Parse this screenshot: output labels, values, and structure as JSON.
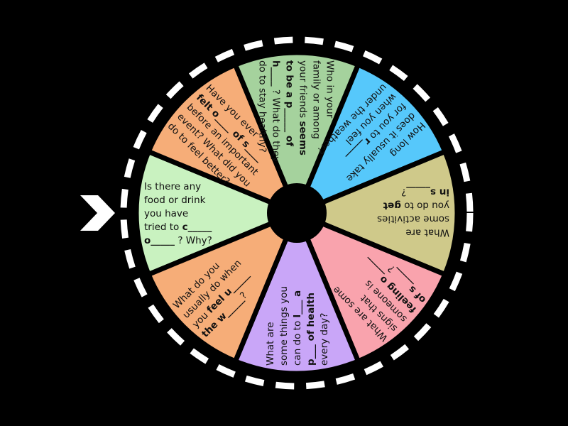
{
  "game": "spinner-wheel",
  "colors": {
    "background": "#000000",
    "ring_dash": "#ffffff",
    "hub": "#000000",
    "pointer": "#ffffff"
  },
  "segments": [
    {
      "angle_deg": 180,
      "color": "#c9f2c0",
      "lines": [
        [
          {
            "t": "Is there any"
          }
        ],
        [
          {
            "t": "food or drink"
          }
        ],
        [
          {
            "t": "you have"
          }
        ],
        [
          {
            "t": "tried to "
          },
          {
            "t": "c_____",
            "b": true
          }
        ],
        [
          {
            "t": "o_____",
            "b": true
          },
          {
            "t": " ? Why?"
          }
        ]
      ]
    },
    {
      "angle_deg": 225,
      "color": "#f6ad78",
      "lines": [
        [
          {
            "t": "Have you ever"
          }
        ],
        [
          {
            "t": "felt o____ of s____",
            "b": true
          }
        ],
        [
          {
            "t": "before an important"
          }
        ],
        [
          {
            "t": "event? What did you"
          }
        ],
        [
          {
            "t": "do to feel better?"
          }
        ]
      ]
    },
    {
      "angle_deg": 270,
      "color": "#a5d29d",
      "lines": [
        [
          {
            "t": "Who in your"
          }
        ],
        [
          {
            "t": "family or among"
          }
        ],
        [
          {
            "t": "your friends "
          },
          {
            "t": "seems",
            "b": true
          }
        ],
        [
          {
            "t": "to be a p_____ of",
            "b": true
          }
        ],
        [
          {
            "t": "h____",
            "b": true
          },
          {
            "t": " ? What do they"
          }
        ],
        [
          {
            "t": "do to stay healthy?"
          }
        ]
      ]
    },
    {
      "angle_deg": 315,
      "color": "#56c8fb",
      "lines": [
        [
          {
            "t": "How long"
          }
        ],
        [
          {
            "t": "does it usually take"
          }
        ],
        [
          {
            "t": "for you to "
          },
          {
            "t": "r_____",
            "b": true
          }
        ],
        [
          {
            "t": "when you feel"
          }
        ],
        [
          {
            "t": "under the weather?"
          }
        ]
      ]
    },
    {
      "angle_deg": 0,
      "color": "#cfc98a",
      "lines": [
        [
          {
            "t": "What are"
          }
        ],
        [
          {
            "t": "some activities"
          }
        ],
        [
          {
            "t": "you do to "
          },
          {
            "t": "get",
            "b": true
          }
        ],
        [
          {
            "t": "in s_____",
            "b": true
          },
          {
            "t": "?"
          }
        ]
      ]
    },
    {
      "angle_deg": 45,
      "color": "#f9a3ad",
      "lines": [
        [
          {
            "t": "What are some"
          }
        ],
        [
          {
            "t": "signs that"
          }
        ],
        [
          {
            "t": "someone is"
          }
        ],
        [
          {
            "t": "feeling o_____",
            "b": true
          }
        ],
        [
          {
            "t": "of s_____",
            "b": true
          },
          {
            "t": "?"
          }
        ]
      ]
    },
    {
      "angle_deg": 90,
      "color": "#c9a6f8",
      "lines": [
        [
          {
            "t": "What are"
          }
        ],
        [
          {
            "t": "some things you"
          }
        ],
        [
          {
            "t": "can do to "
          },
          {
            "t": "l___ a",
            "b": true
          }
        ],
        [
          {
            "t": "p___ of health",
            "b": true
          }
        ],
        [
          {
            "t": "every day?"
          }
        ]
      ]
    },
    {
      "angle_deg": 135,
      "color": "#f6ad78",
      "lines": [
        [
          {
            "t": "What do you"
          }
        ],
        [
          {
            "t": "usually do when"
          }
        ],
        [
          {
            "t": "you "
          },
          {
            "t": "feel u_____",
            "b": true
          }
        ],
        [
          {
            "t": "the w_____",
            "b": true
          },
          {
            "t": "?"
          }
        ]
      ]
    }
  ]
}
